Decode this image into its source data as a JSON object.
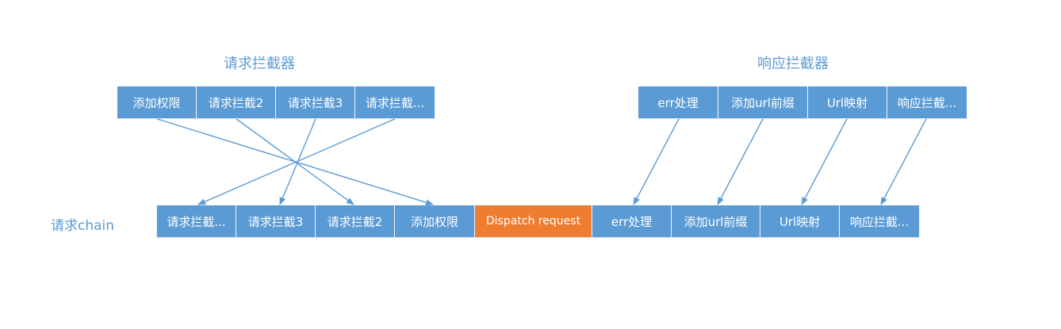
{
  "request_title": "请求拦截器",
  "response_title": "响应拦截器",
  "chain_label": "请求chain",
  "request_interceptors": [
    "添加权限",
    "请求拦截2",
    "请求拦截3",
    "请求拦截..."
  ],
  "response_interceptors": [
    "err处理",
    "添加url前缀",
    "Url映射",
    "响应拦截..."
  ],
  "chain": {
    "request_part": [
      "请求拦截...",
      "请求拦截3",
      "请求拦截2",
      "添加权限"
    ],
    "dispatch": "Dispatch request",
    "response_part": [
      "err处理",
      "添加url前缀",
      "Url映射",
      "响应拦截..."
    ]
  },
  "colors": {
    "box": "#5b9bd5",
    "dispatch": "#ed7d31",
    "title": "#5b9bd5"
  }
}
